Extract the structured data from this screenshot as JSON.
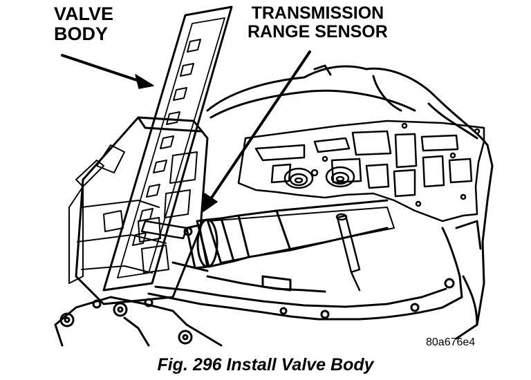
{
  "labels": {
    "valve_body_line1": "VALVE",
    "valve_body_line2": "BODY",
    "trs_line1": "TRANSMISSION",
    "trs_line2": "RANGE SENSOR"
  },
  "reference_code": "80a676e4",
  "caption": "Fig. 296 Install Valve Body",
  "colors": {
    "ink": "#000000",
    "paper": "#ffffff"
  }
}
